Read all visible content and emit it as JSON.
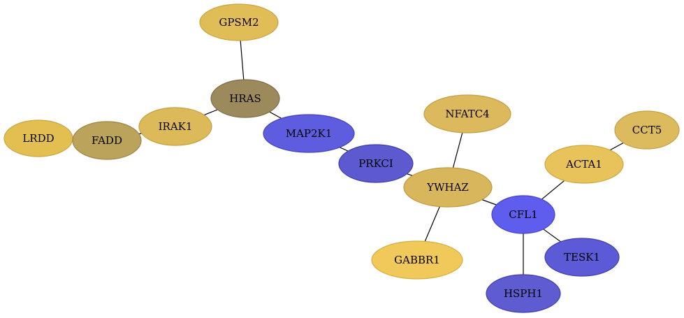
{
  "graph": {
    "nodes": [
      {
        "id": "GPSM2",
        "label": "GPSM2",
        "color": "#e1bd57",
        "stroke": "#c9a340"
      },
      {
        "id": "HRAS",
        "label": "HRAS",
        "color": "#9c8a5c",
        "stroke": "#7e6e44"
      },
      {
        "id": "LRDD",
        "label": "LRDD",
        "color": "#e3bf52",
        "stroke": "#c9a53b"
      },
      {
        "id": "FADD",
        "label": "FADD",
        "color": "#bba35c",
        "stroke": "#9c8540"
      },
      {
        "id": "IRAK1",
        "label": "IRAK1",
        "color": "#dcba5a",
        "stroke": "#c3a040"
      },
      {
        "id": "MAP2K1",
        "label": "MAP2K1",
        "color": "#5e5ddf",
        "stroke": "#4443b8"
      },
      {
        "id": "PRKCI",
        "label": "PRKCI",
        "color": "#5c5ace",
        "stroke": "#403ea8"
      },
      {
        "id": "NFATC4",
        "label": "NFATC4",
        "color": "#dbb95c",
        "stroke": "#c29f42"
      },
      {
        "id": "YWHAZ",
        "label": "YWHAZ",
        "color": "#d8b65c",
        "stroke": "#bf9c42"
      },
      {
        "id": "CCT5",
        "label": "CCT5",
        "color": "#dcba5e",
        "stroke": "#c3a044"
      },
      {
        "id": "ACTA1",
        "label": "ACTA1",
        "color": "#e8c25a",
        "stroke": "#cfa840"
      },
      {
        "id": "CFL1",
        "label": "CFL1",
        "color": "#5f5ded",
        "stroke": "#4543c6"
      },
      {
        "id": "TESK1",
        "label": "TESK1",
        "color": "#5c5ad6",
        "stroke": "#403eae"
      },
      {
        "id": "GABBR1",
        "label": "GABBR1",
        "color": "#f0c95a",
        "stroke": "#d7ae40"
      },
      {
        "id": "HSPH1",
        "label": "HSPH1",
        "color": "#5e5cd0",
        "stroke": "#4240a8"
      }
    ],
    "edges": [
      {
        "source": "GPSM2",
        "target": "HRAS"
      },
      {
        "source": "HRAS",
        "target": "IRAK1"
      },
      {
        "source": "HRAS",
        "target": "MAP2K1"
      },
      {
        "source": "FADD",
        "target": "IRAK1"
      },
      {
        "source": "LRDD",
        "target": "FADD"
      },
      {
        "source": "MAP2K1",
        "target": "PRKCI"
      },
      {
        "source": "PRKCI",
        "target": "YWHAZ"
      },
      {
        "source": "NFATC4",
        "target": "YWHAZ"
      },
      {
        "source": "YWHAZ",
        "target": "GABBR1"
      },
      {
        "source": "YWHAZ",
        "target": "CFL1"
      },
      {
        "source": "CFL1",
        "target": "ACTA1"
      },
      {
        "source": "ACTA1",
        "target": "CCT5"
      },
      {
        "source": "CFL1",
        "target": "TESK1"
      },
      {
        "source": "CFL1",
        "target": "HSPH1"
      }
    ]
  }
}
